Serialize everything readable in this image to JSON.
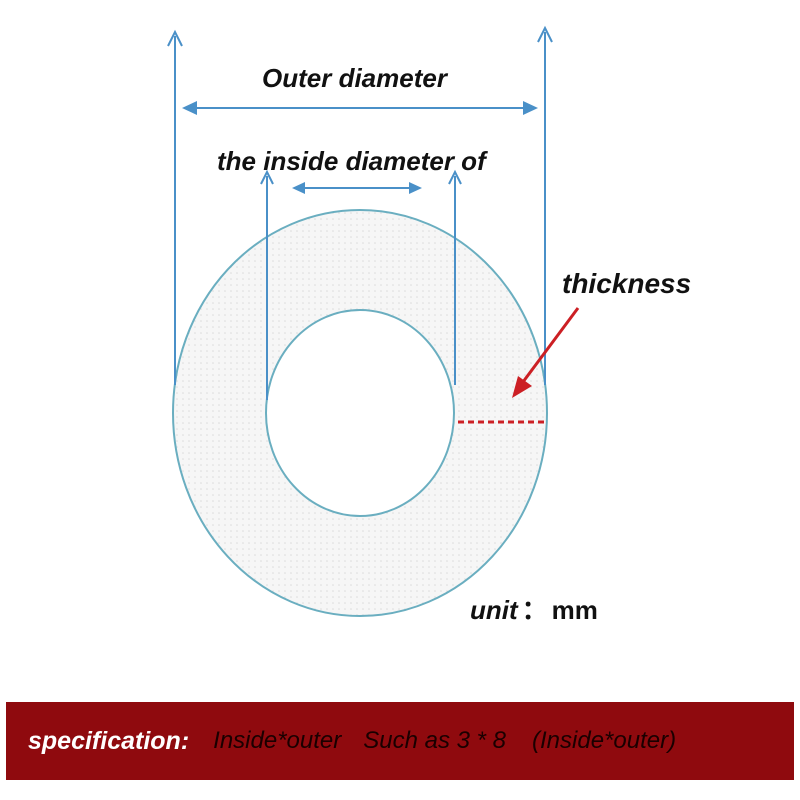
{
  "labels": {
    "outer_diameter": "Outer diameter",
    "inside_diameter": "the inside diameter of",
    "thickness": "thickness",
    "unit_word": "unit",
    "unit_separator": "：",
    "unit_value": "mm"
  },
  "specification": {
    "label": "specification:",
    "value": "Inside*outer",
    "example": "Such as 3 * 8",
    "parenthetical": "(Inside*outer)"
  },
  "colors": {
    "dimension_line": "#4a90c8",
    "ring_outline": "#6aaec0",
    "ring_fill": "#f3f3f3",
    "thickness_arrow": "#cc1f24",
    "banner_background": "#8f0a0e",
    "banner_label_text": "#ffffff"
  }
}
